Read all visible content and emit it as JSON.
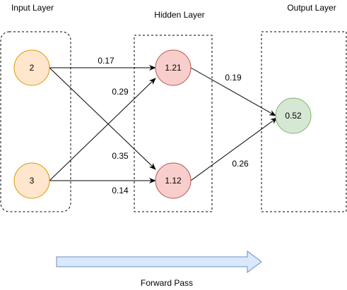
{
  "layers": {
    "input": "Input Layer",
    "hidden": "Hidden Layer",
    "output": "Output Layer"
  },
  "nodes": {
    "input_1": "2",
    "input_2": "3",
    "hidden_1": "1.21",
    "hidden_2": "1.12",
    "output_1": "0.52"
  },
  "weights": {
    "in1_h1": "0.17",
    "in2_h1": "0.29",
    "in1_h2": "0.35",
    "in2_h2": "0.14",
    "h1_out": "0.19",
    "h2_out": "0.26"
  },
  "footer": {
    "label": "Forward Pass"
  },
  "colors": {
    "input_fill": "#ffe6cc",
    "input_stroke": "#d79b00",
    "hidden_fill": "#f8cecc",
    "hidden_stroke": "#b85450",
    "output_fill": "#d5e8d4",
    "output_stroke": "#82b366",
    "arrow_fill": "#dae8fc",
    "arrow_stroke": "#6c8ebf"
  }
}
